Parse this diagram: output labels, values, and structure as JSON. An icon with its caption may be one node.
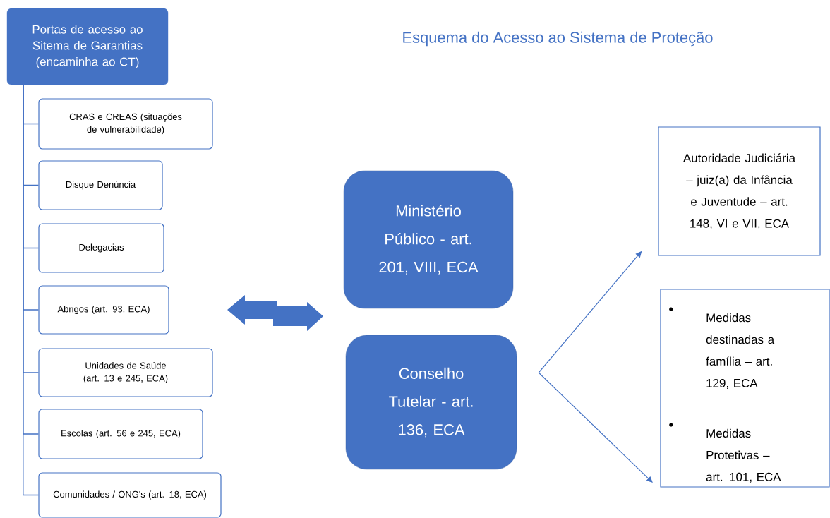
{
  "diagram": {
    "title": "Esquema do Acesso ao Sistema de Proteção",
    "nodes": [
      {
        "text": [
          "Portas de acesso ao Sitema de Garantias (encaminha ao CT)"
        ]
      },
      {
        "text": [
          "CRAS e CREAS (situações de vulnerabilidade)"
        ]
      },
      {
        "text": [
          "Disque Denúncia"
        ]
      },
      {
        "text": [
          "Delegacias"
        ]
      },
      {
        "text": [
          "Abrigos (art. 93, ECA)"
        ]
      },
      {
        "text": [
          "Unidades de Saúde (art. 13 e 245, ECA)"
        ]
      },
      {
        "text": [
          "Escolas (art. 56 e 245, ECA)"
        ]
      },
      {
        "text": [
          "Comunidades / ONG's (art. 18, ECA)"
        ]
      },
      {
        "text": [
          "Ministério Público - art. 201, VIII, ECA"
        ]
      },
      {
        "text": [
          "Conselho Tutelar - art. 136, ECA"
        ]
      },
      {
        "text": [
          "Autoridade Judiciária – juiz(a) da Infância e Juventude – art. 148, VI e VII, ECA"
        ]
      },
      {
        "text": [
          "Medidas destinadas a família – art. 129, ECA",
          "Medidas Protetivas – art. 101, ECA"
        ]
      },
      {
        "text": [],
        "shape": "arrow"
      }
    ],
    "edges": [
      {
        "from": 0,
        "to": 1,
        "arrow": "none"
      },
      {
        "from": 0,
        "to": 2,
        "arrow": "none"
      },
      {
        "from": 0,
        "to": 3,
        "arrow": "none"
      },
      {
        "from": 0,
        "to": 4,
        "arrow": "none"
      },
      {
        "from": 0,
        "to": 5,
        "arrow": "none"
      },
      {
        "from": 0,
        "to": 6,
        "arrow": "none"
      },
      {
        "from": 0,
        "to": 7,
        "arrow": "none"
      },
      {
        "from": 9,
        "to": 10,
        "arrow": "to"
      },
      {
        "from": 9,
        "to": 11,
        "arrow": "to"
      }
    ]
  }
}
